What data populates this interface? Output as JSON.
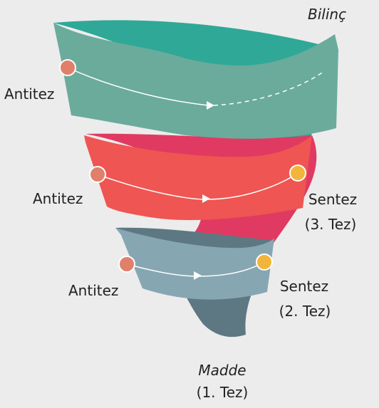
{
  "diagram": {
    "top_label": "Bilinç",
    "bottom_label": "Madde",
    "bottom_sublabel": "(1. Tez)",
    "bands": [
      {
        "id": "top",
        "left_label": "Antitez",
        "right_label": "",
        "right_sublabel": "",
        "color": "#6aab9c",
        "back_color": "#2fa897"
      },
      {
        "id": "middle",
        "left_label": "Antitez",
        "right_label": "Sentez",
        "right_sublabel": "(3. Tez)",
        "color": "#ef5552",
        "back_color": "#e03a62"
      },
      {
        "id": "bottom",
        "left_label": "Antitez",
        "right_label": "Sentez",
        "right_sublabel": "(2. Tez)",
        "color": "#86a6b2",
        "back_color": "#5e7883"
      }
    ],
    "colors": {
      "antitez_dot": "#e0806b",
      "sentez_dot": "#f2b53c",
      "arrow_line": "#ffffff",
      "background": "#ececec",
      "text": "#222222"
    }
  }
}
